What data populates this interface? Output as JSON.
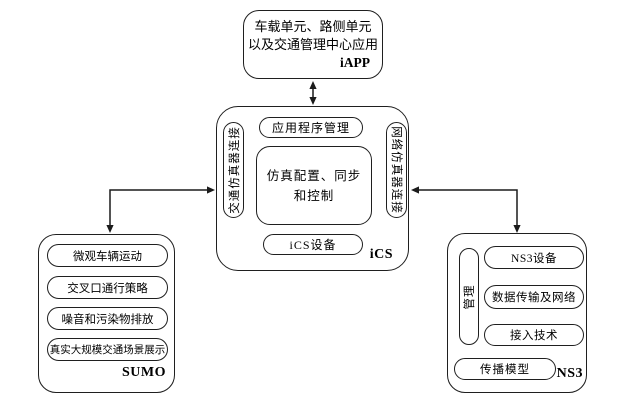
{
  "colors": {
    "border": "#1f1f1f",
    "background": "#ffffff",
    "line": "#1b1b1b"
  },
  "iapp": {
    "line1": "车载单元、路侧单元",
    "line2": "以及交通管理中心应用",
    "label": "iAPP"
  },
  "ics": {
    "label": "iCS",
    "left_connector": "交通仿真器连接",
    "right_connector": "网络仿真器连接",
    "app_manager": "应用程序管理",
    "sim_config_line1": "仿真配置、同步",
    "sim_config_line2": "和控制",
    "device": "iCS设备"
  },
  "sumo": {
    "label": "SUMO",
    "items": [
      "微观车辆运动",
      "交叉口通行策略",
      "噪音和污染物排放",
      "真实大规模交通场景展示"
    ]
  },
  "ns3": {
    "label": "NS3",
    "management": "管理",
    "items": [
      "NS3设备",
      "数据传输及网络",
      "接入技术"
    ],
    "bottom_item": "传播模型"
  }
}
